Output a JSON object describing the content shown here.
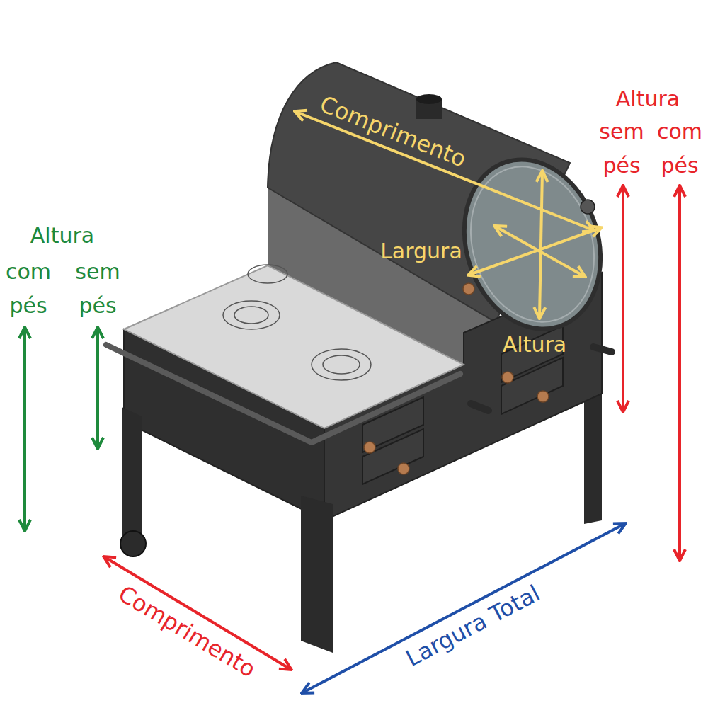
{
  "diagram": {
    "labels": [
      "Comprimento",
      "Largura",
      "Altura",
      "Altura",
      "sem pés",
      "com pés",
      "Altura",
      "com pés",
      "sem pés",
      "Comprimento",
      "Largura Total"
    ]
  }
}
